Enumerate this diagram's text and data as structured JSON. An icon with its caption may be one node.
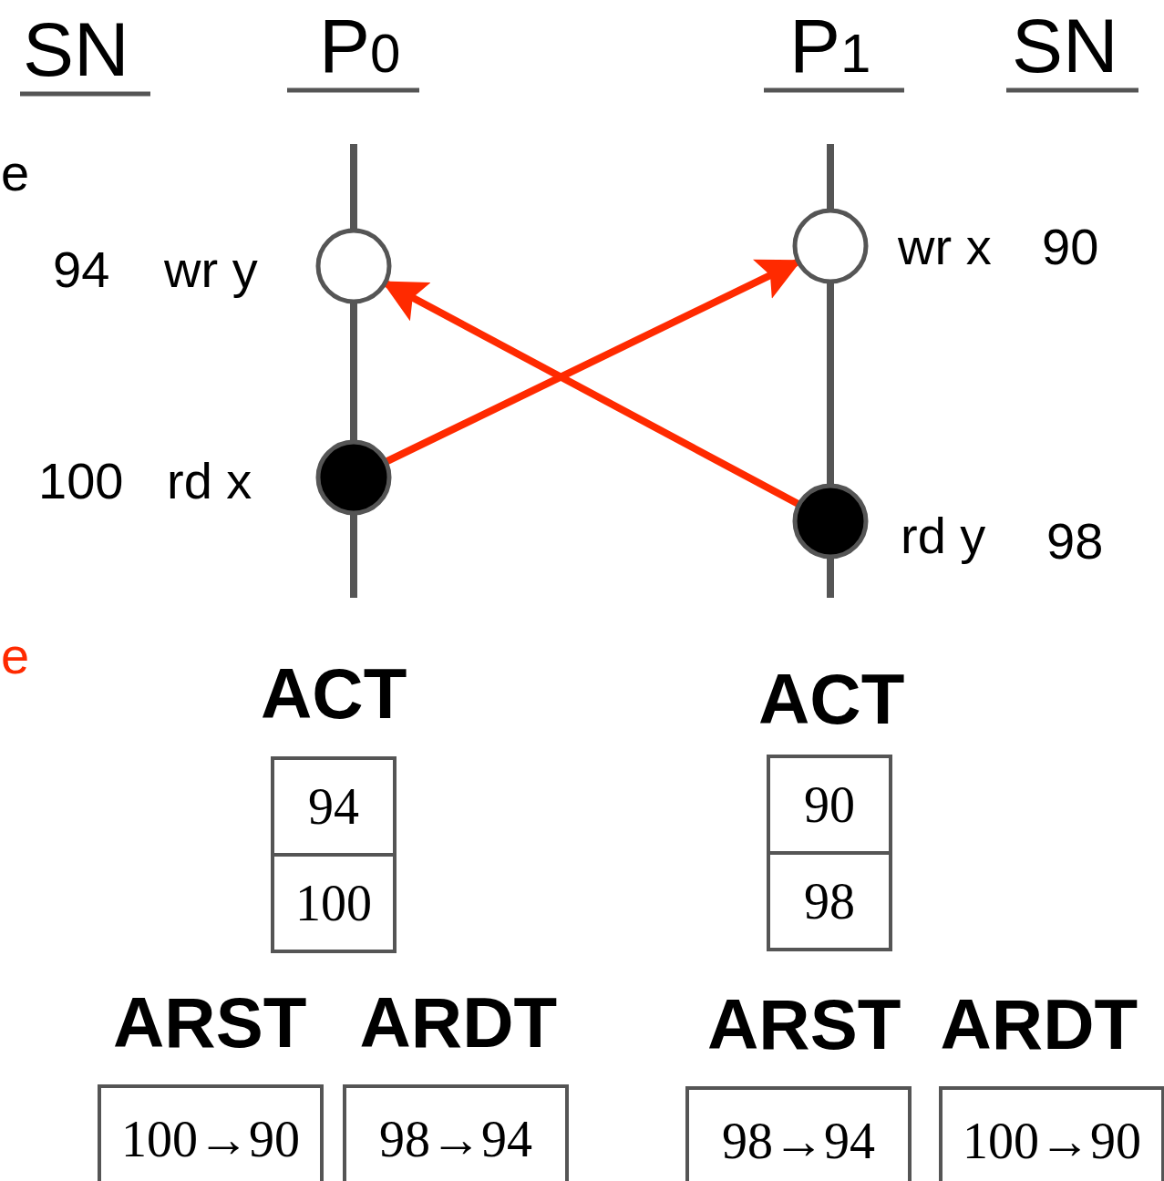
{
  "diagram": {
    "nodes": [
      {
        "text": [],
        "shape": "circle",
        "beside": [
          "94",
          "wr y"
        ]
      },
      {
        "text": [],
        "shape": "circle",
        "beside": [
          "100",
          "rd x"
        ]
      },
      {
        "text": [],
        "shape": "circle",
        "beside": [
          "wr x",
          "90"
        ]
      },
      {
        "text": [],
        "shape": "circle",
        "beside": [
          "rd y",
          "98"
        ]
      },
      {
        "text": [
          "ACT"
        ]
      },
      {
        "text": [
          "94"
        ],
        "in": 4
      },
      {
        "text": [
          "100"
        ],
        "in": 4
      },
      {
        "text": [
          "ACT"
        ]
      },
      {
        "text": [
          "90"
        ],
        "in": 7
      },
      {
        "text": [
          "98"
        ],
        "in": 7
      },
      {
        "text": [
          "ARST"
        ]
      },
      {
        "text": [
          "100→90"
        ],
        "in": 10
      },
      {
        "text": [
          "ARDT"
        ]
      },
      {
        "text": [
          "98→94"
        ],
        "in": 12
      },
      {
        "text": [
          "ARST"
        ]
      },
      {
        "text": [
          "98→94"
        ],
        "in": 14
      },
      {
        "text": [
          "ARDT"
        ]
      },
      {
        "text": [
          "100→90"
        ],
        "in": 16
      }
    ],
    "edges": [
      {
        "from": 0,
        "to": 1,
        "arrow": "none",
        "color": "#555555"
      },
      {
        "from": 2,
        "to": 3,
        "arrow": "none",
        "color": "#555555"
      },
      {
        "from": 1,
        "to": 2,
        "arrow": "to",
        "color": "#ff2a00"
      },
      {
        "from": 3,
        "to": 0,
        "arrow": "to",
        "color": "#ff2a00"
      }
    ],
    "labels": [
      "SN",
      "P$_{0}$",
      "P$_{1}$",
      "SN",
      "e",
      "e"
    ]
  }
}
